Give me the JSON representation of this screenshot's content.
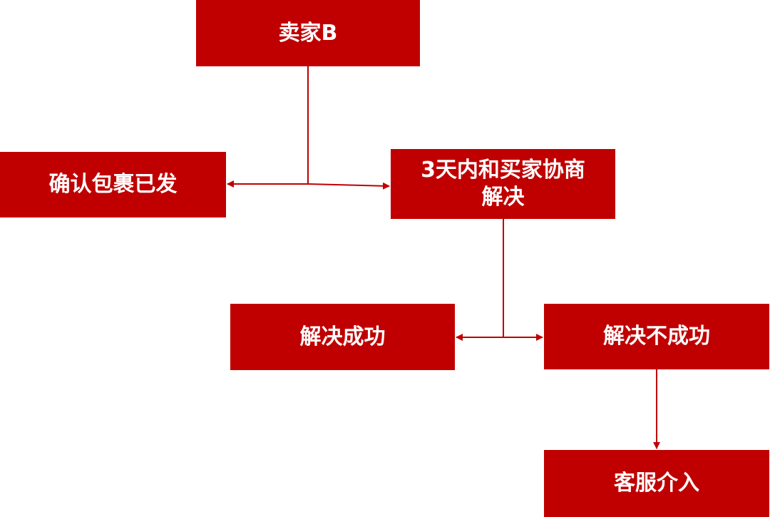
{
  "nodes": {
    "seller": "卖家B",
    "shipped": "确认包裹已发",
    "negotiate": "3天内和买家协商\n解决",
    "success": "解决成功",
    "fail": "解决不成功",
    "service": "客服介入"
  },
  "colors": {
    "box_fill": "#c00000",
    "text": "#ffffff",
    "connector": "#c00000"
  }
}
